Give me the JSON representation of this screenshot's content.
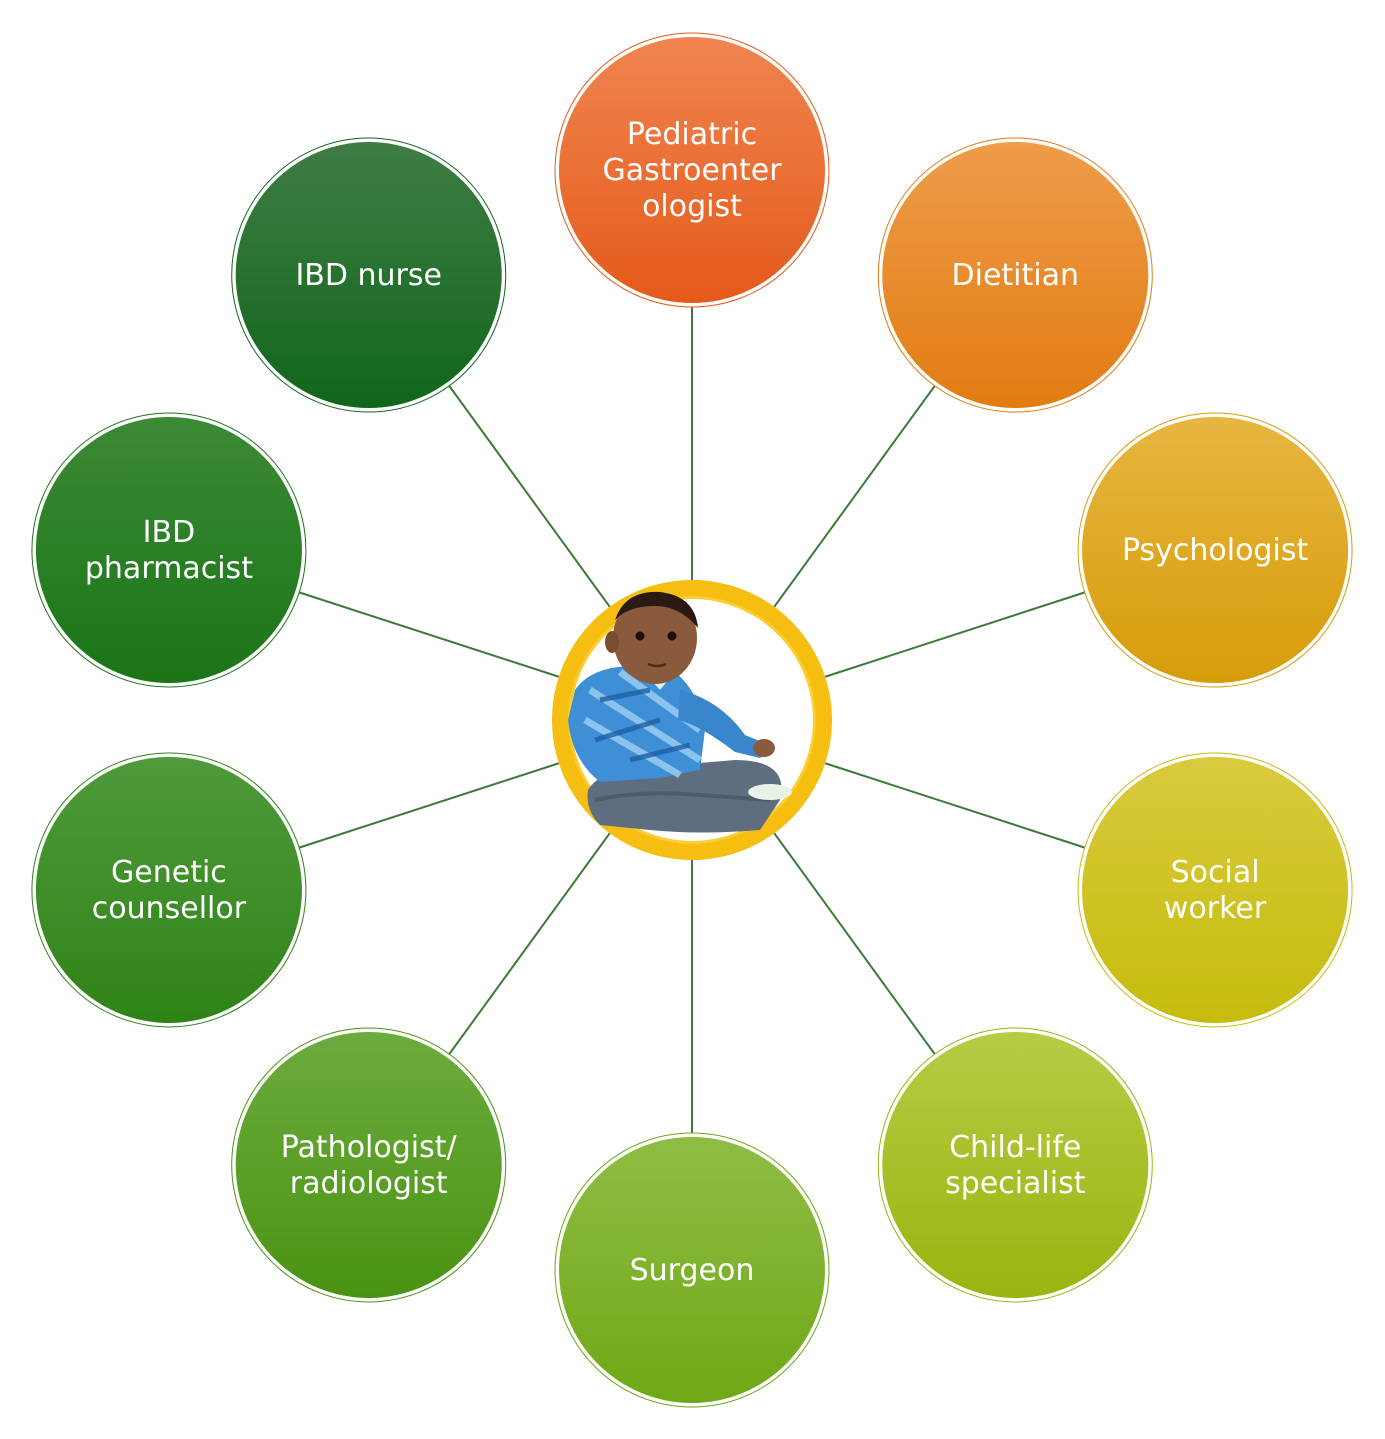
{
  "diagram": {
    "center": {
      "image": "child-photo"
    },
    "nodes": [
      {
        "id": "pediatric-gastroenterologist",
        "lines": [
          "Pediatric",
          "Gastroenter",
          "ologist"
        ],
        "color_top": "#F08550",
        "color_bottom": "#E45A1A"
      },
      {
        "id": "dietitian",
        "lines": [
          "Dietitian"
        ],
        "color_top": "#EE9C4A",
        "color_bottom": "#E27C12"
      },
      {
        "id": "psychologist",
        "lines": [
          "Psychologist"
        ],
        "color_top": "#E8B640",
        "color_bottom": "#D69C0A"
      },
      {
        "id": "social-worker",
        "lines": [
          "Social",
          "worker"
        ],
        "color_top": "#D9CA3E",
        "color_bottom": "#C6BC0C"
      },
      {
        "id": "child-life-specialist",
        "lines": [
          "Child-life",
          "specialist"
        ],
        "color_top": "#B8CB44",
        "color_bottom": "#9AB410"
      },
      {
        "id": "surgeon",
        "lines": [
          "Surgeon"
        ],
        "color_top": "#8FBD45",
        "color_bottom": "#6FA816"
      },
      {
        "id": "pathologist-radiologist",
        "lines": [
          "Pathologist/",
          "radiologist"
        ],
        "color_top": "#6CAB3E",
        "color_bottom": "#4A9312"
      },
      {
        "id": "genetic-counsellor",
        "lines": [
          "Genetic",
          "counsellor"
        ],
        "color_top": "#4F9A3C",
        "color_bottom": "#2E8316"
      },
      {
        "id": "ibd-pharmacist",
        "lines": [
          "IBD",
          "pharmacist"
        ],
        "color_top": "#3C8A35",
        "color_bottom": "#1A7516"
      },
      {
        "id": "ibd-nurse",
        "lines": [
          "IBD nurse"
        ],
        "color_top": "#3F7D45",
        "color_bottom": "#10661A"
      }
    ],
    "connector_color": "#3D7A3A",
    "ring_color": "#F2B705"
  }
}
